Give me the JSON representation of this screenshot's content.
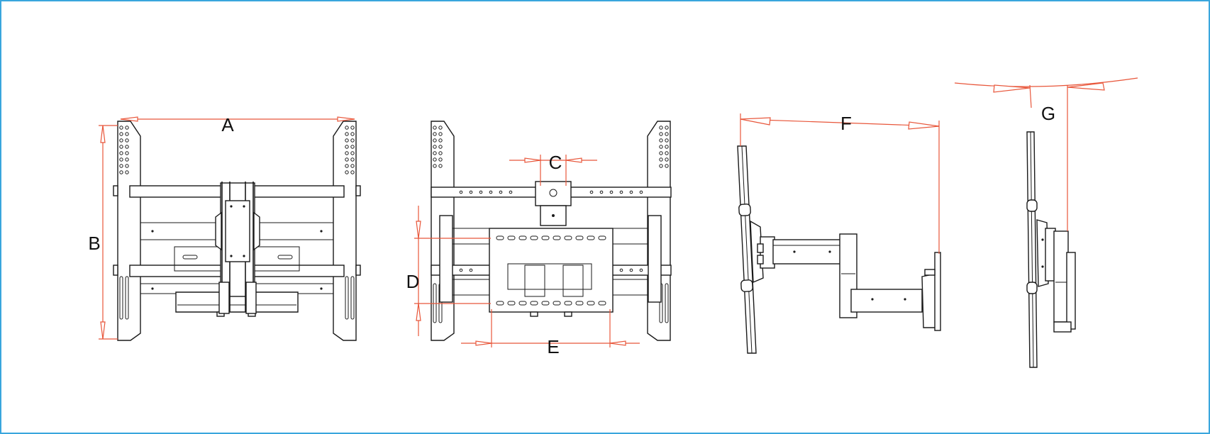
{
  "diagram": {
    "labels": {
      "A": "A",
      "B": "B",
      "C": "C",
      "D": "D",
      "E": "E",
      "F": "F",
      "G": "G"
    },
    "colors": {
      "frame_border": "#3aa6dd",
      "dimension_lines": "#e8563a",
      "drawing_ink": "#1a1a1a"
    }
  }
}
